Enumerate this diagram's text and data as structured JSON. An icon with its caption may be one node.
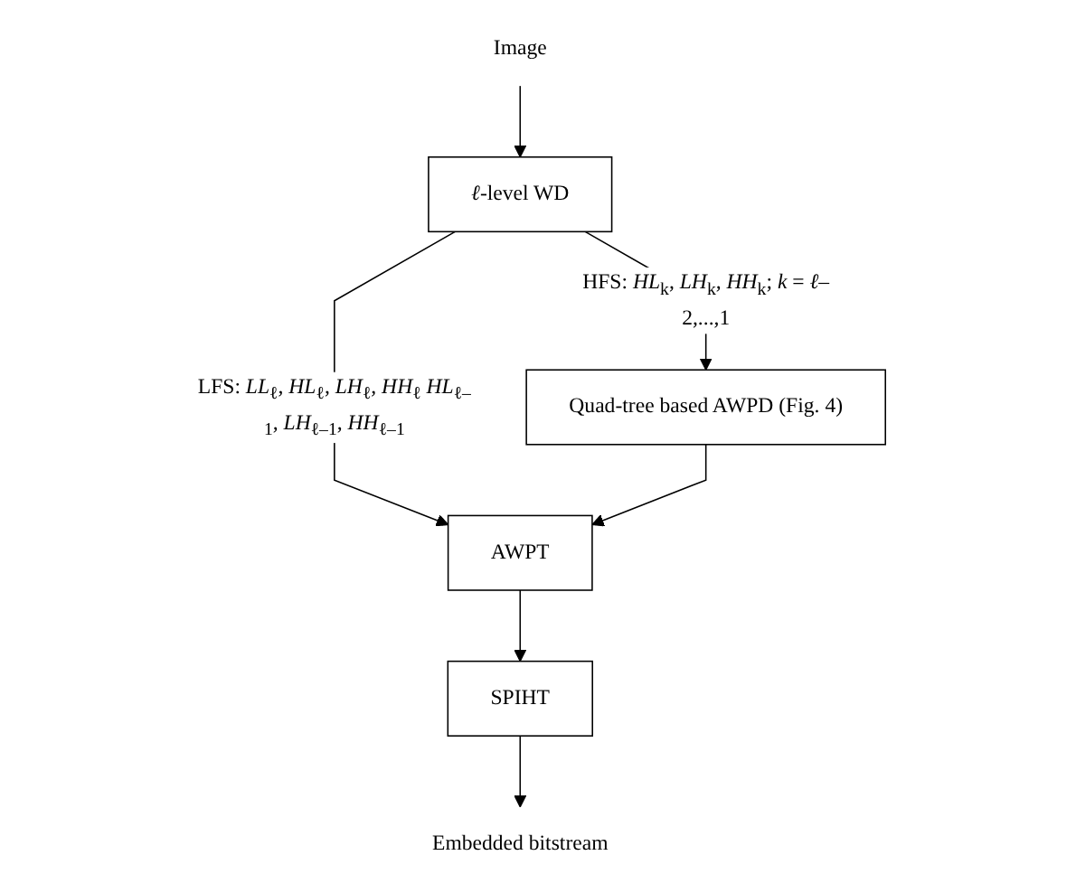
{
  "diagram": {
    "nodes": [
      {
        "text": [
          "Image"
        ]
      },
      {
        "text": [
          "*ℓ*-level WD"
        ]
      },
      {
        "text": [
          "Quad-tree based AWPD (Fig. 4)"
        ]
      },
      {
        "text": [
          "AWPT"
        ]
      },
      {
        "text": [
          "SPIHT"
        ]
      },
      {
        "text": [
          "Embedded bitstream"
        ]
      }
    ],
    "edges": [
      {
        "from": 0,
        "to": 1,
        "arrow": "to"
      },
      {
        "from": 1,
        "to": 3,
        "arrow": "to",
        "label": "LFS: *LL*$_{ℓ}$, *HL*$_{ℓ}$, *LH*$_{ℓ}$, *HH*$_{ℓ}$ *HL*$_{ℓ–1}$, *LH*$_{ℓ–1}$, *HH*$_{ℓ–1}$"
      },
      {
        "from": 1,
        "to": 2,
        "arrow": "to",
        "label": "HFS: *HL*$_{k}$, *LH*$_{k}$, *HH*$_{k}$; *k* = *ℓ*–2,...,1"
      },
      {
        "from": 2,
        "to": 3,
        "arrow": "to"
      },
      {
        "from": 3,
        "to": 4,
        "arrow": "to"
      },
      {
        "from": 4,
        "to": 5,
        "arrow": "to"
      }
    ]
  }
}
